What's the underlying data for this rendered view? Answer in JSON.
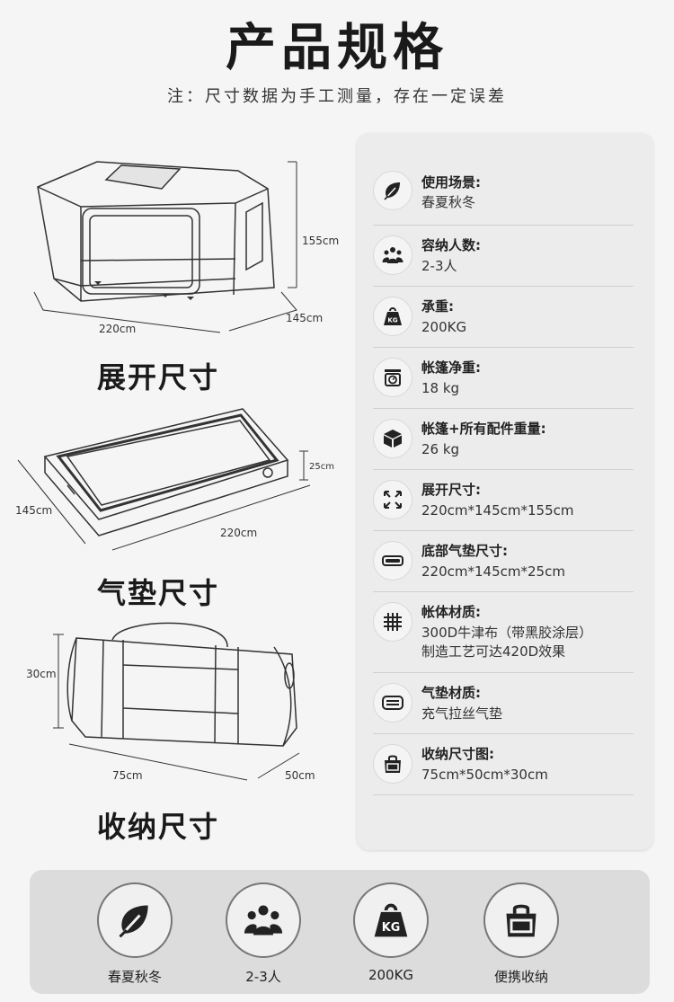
{
  "header": {
    "title": "产品规格",
    "note": "注：尺寸数据为手工测量，存在一定误差"
  },
  "drawings": {
    "tent": {
      "label": "展开尺寸",
      "height": "155cm",
      "width": "220cm",
      "depth": "145cm"
    },
    "mattress": {
      "label": "气垫尺寸",
      "thickness": "25cm",
      "width": "145cm",
      "length": "220cm"
    },
    "bag": {
      "label": "收纳尺寸",
      "height": "30cm",
      "length": "75cm",
      "width": "50cm"
    }
  },
  "specs": [
    {
      "label": "使用场景:",
      "value": "春夏秋冬",
      "icon": "leaf-icon"
    },
    {
      "label": "容纳人数:",
      "value": "2-3人",
      "icon": "people-icon"
    },
    {
      "label": "承重:",
      "value": "200KG",
      "icon": "weight-icon"
    },
    {
      "label": "帐篷净重:",
      "value": "18 kg",
      "icon": "scale-icon"
    },
    {
      "label": "帐篷+所有配件重量:",
      "value": "26 kg",
      "icon": "box-icon"
    },
    {
      "label": "展开尺寸:",
      "value": "220cm*145cm*155cm",
      "icon": "expand-icon"
    },
    {
      "label": "底部气垫尺寸:",
      "value": "220cm*145cm*25cm",
      "icon": "mattress-icon"
    },
    {
      "label": "帐体材质:",
      "value": "300D牛津布（带黑胶涂层）",
      "value2": "制造工艺可达420D效果",
      "icon": "grid-icon"
    },
    {
      "label": "气垫材质:",
      "value": "充气拉丝气垫",
      "icon": "pad-icon"
    },
    {
      "label": "收纳尺寸图:",
      "value": "75cm*50cm*30cm",
      "icon": "bag-icon"
    }
  ],
  "features": [
    {
      "label": "春夏秋冬",
      "icon": "leaf-icon"
    },
    {
      "label": "2-3人",
      "icon": "people-icon"
    },
    {
      "label": "200KG",
      "icon": "weight-icon"
    },
    {
      "label": "便携收纳",
      "icon": "bag-icon"
    }
  ]
}
